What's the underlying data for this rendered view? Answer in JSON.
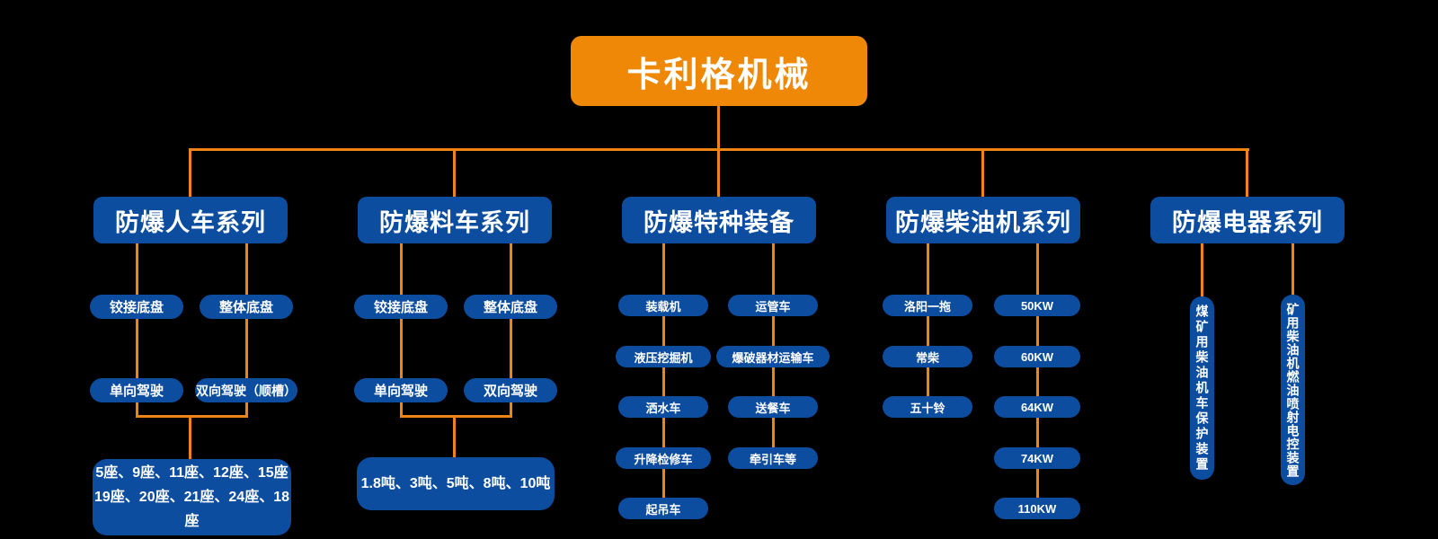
{
  "root": {
    "label": "卡利格机械"
  },
  "branches": [
    {
      "label": "防爆人车系列",
      "col1": [
        "铰接底盘",
        "单向驾驶"
      ],
      "col2": [
        "整体底盘",
        "双向驾驶（顺槽）"
      ],
      "summary": [
        "5座、9座、11座、12座、15座",
        "19座、20座、21座、24座、18座"
      ]
    },
    {
      "label": "防爆料车系列",
      "col1": [
        "铰接底盘",
        "单向驾驶"
      ],
      "col2": [
        "整体底盘",
        "双向驾驶"
      ],
      "summary": [
        "1.8吨、3吨、5吨、8吨、10吨"
      ]
    },
    {
      "label": "防爆特种装备",
      "col1": [
        "装载机",
        "液压挖掘机",
        "洒水车",
        "升降检修车",
        "起吊车"
      ],
      "col2": [
        "运管车",
        "爆破器材运输车",
        "送餐车",
        "牵引车等"
      ]
    },
    {
      "label": "防爆柴油机系列",
      "col1": [
        "洛阳一拖",
        "常柴",
        "五十铃"
      ],
      "col2": [
        "50KW",
        "60KW",
        "64KW",
        "74KW",
        "110KW"
      ]
    },
    {
      "label": "防爆电器系列",
      "col1": [
        "煤矿用柴油机车保护装置"
      ],
      "col2": [
        "矿用柴油机燃油喷射电控装置"
      ]
    }
  ],
  "colors": {
    "background": "#000000",
    "root_orange": "#ef8807",
    "line_orange": "#ee8316",
    "node_blue": "#0c4d9f",
    "text": "#ffffff"
  }
}
